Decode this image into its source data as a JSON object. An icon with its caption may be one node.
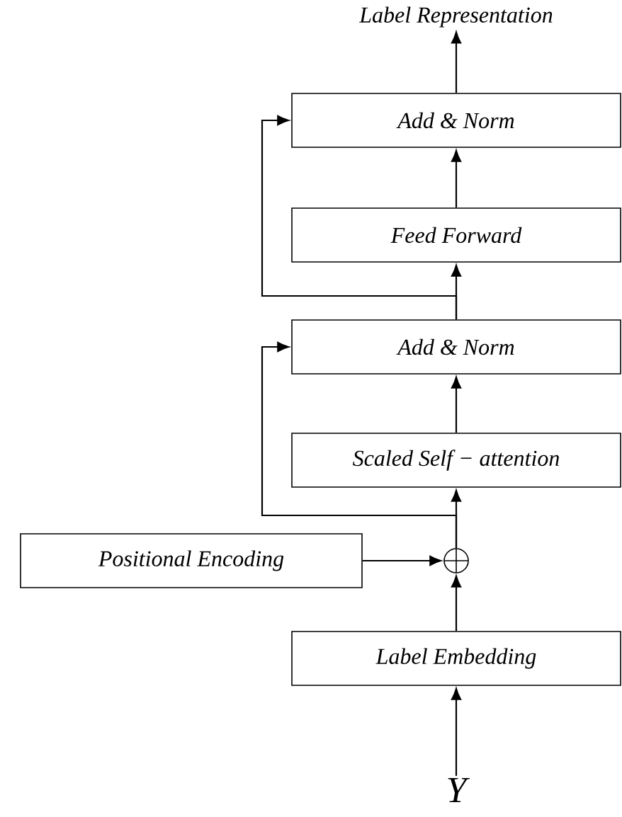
{
  "diagram": {
    "nodes": [
      {
        "text": [
          "Label Representation"
        ]
      },
      {
        "text": [
          "Add & Norm"
        ]
      },
      {
        "text": [
          "Feed Forward"
        ]
      },
      {
        "text": [
          "Add & Norm"
        ]
      },
      {
        "text": [
          "Scaled Self − attention"
        ]
      },
      {
        "text": [
          "Positional Encoding"
        ]
      },
      {
        "text": [],
        "shape": "circle"
      },
      {
        "text": [
          "Label Embedding"
        ]
      },
      {
        "text": [
          "Y"
        ]
      }
    ],
    "edges": [
      {
        "from": 8,
        "to": 7,
        "arrow": "to"
      },
      {
        "from": 7,
        "to": 6,
        "arrow": "to"
      },
      {
        "from": 5,
        "to": 6,
        "arrow": "to"
      },
      {
        "from": 6,
        "to": 4,
        "arrow": "to"
      },
      {
        "from": 6,
        "to": 3,
        "arrow": "to"
      },
      {
        "from": 4,
        "to": 3,
        "arrow": "to"
      },
      {
        "from": 3,
        "to": 2,
        "arrow": "to"
      },
      {
        "from": 3,
        "to": 1,
        "arrow": "to"
      },
      {
        "from": 2,
        "to": 1,
        "arrow": "to"
      },
      {
        "from": 1,
        "to": 0,
        "arrow": "to"
      }
    ]
  }
}
